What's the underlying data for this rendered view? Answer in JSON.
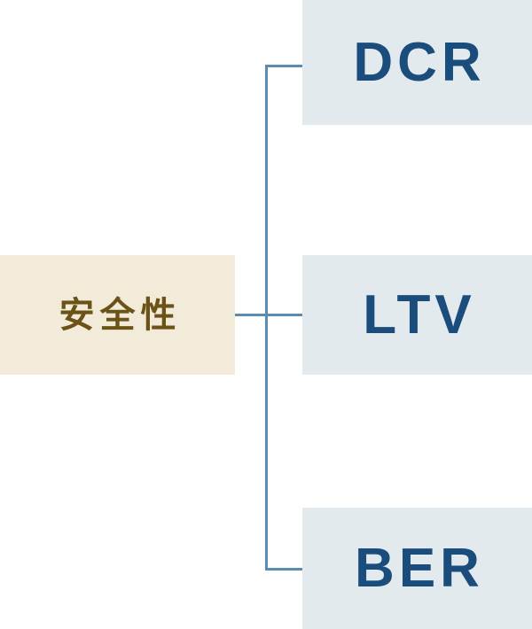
{
  "diagram": {
    "type": "tree",
    "orientation": "left-to-right",
    "background_color": "#ffffff",
    "root": {
      "label": "安全性",
      "fill_color": "#f2ebda",
      "text_color": "#6b5318"
    },
    "children": [
      {
        "label": "DCR",
        "fill_color": "#e3eaee",
        "text_color": "#1a4c7c"
      },
      {
        "label": "LTV",
        "fill_color": "#e3eaee",
        "text_color": "#1a4c7c"
      },
      {
        "label": "BER",
        "fill_color": "#e3eaee",
        "text_color": "#1a4c7c"
      }
    ],
    "connector": {
      "color": "#5b8cb0",
      "style": "orthogonal",
      "thickness": "3px"
    }
  }
}
